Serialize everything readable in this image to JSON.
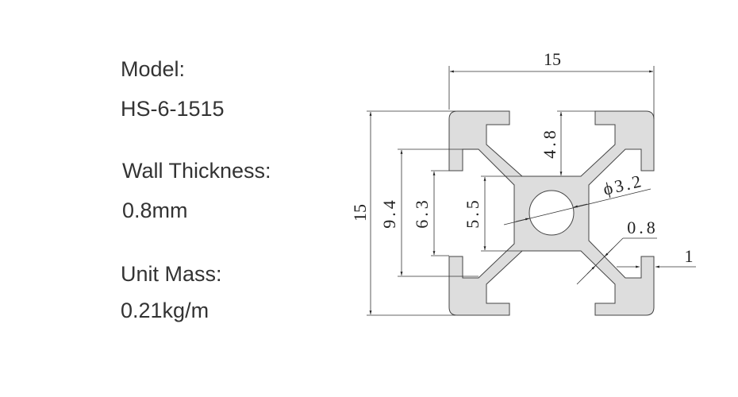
{
  "specs": {
    "model_label": "Model:",
    "model_value": "HS-6-1515",
    "wall_label": "Wall Thickness:",
    "wall_value": "0.8mm",
    "mass_label": "Unit Mass:",
    "mass_value": "0.21kg/m"
  },
  "drawing": {
    "width": "15",
    "height": "15",
    "slot_depth": "4.8",
    "inner_width": "9.4",
    "slot_opening": "6.3",
    "core_size": "5.5",
    "hole_diameter": "ϕ3.2",
    "arm_thickness": "0.8",
    "lip_thickness": "1"
  },
  "colors": {
    "profile_fill": "#dddddd",
    "line": "#333333"
  }
}
